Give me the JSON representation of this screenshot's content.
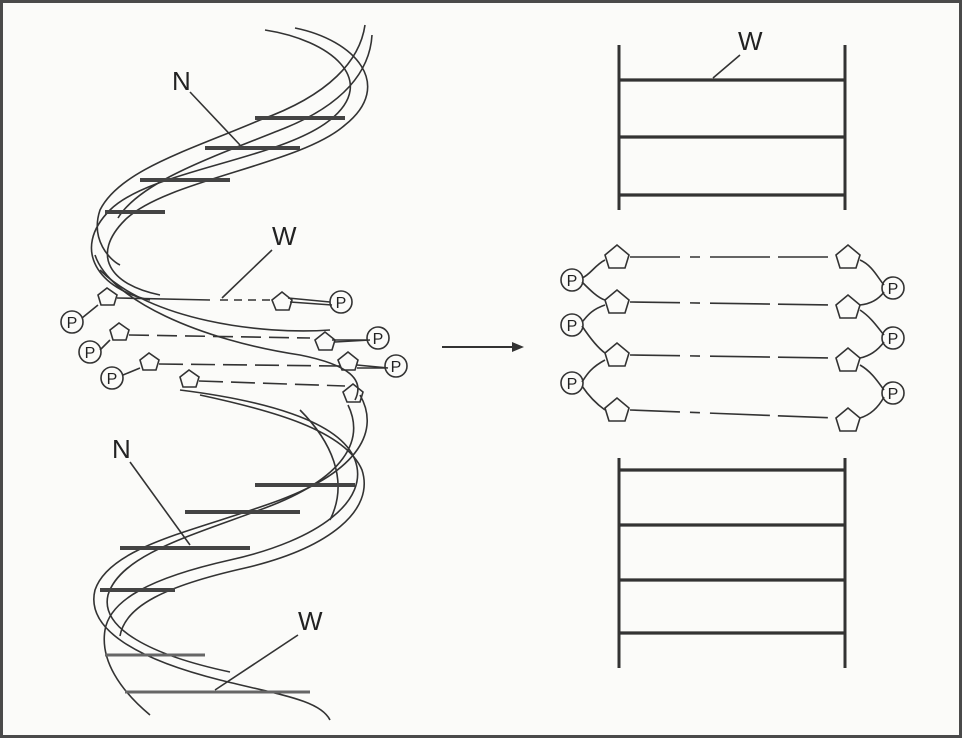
{
  "labels": {
    "n_top": "N",
    "w_top": "W",
    "n_bottom": "N",
    "w_bottom": "W",
    "w_right": "W",
    "phosphate": "P"
  },
  "colors": {
    "line": "#333333",
    "background": "#fbfbf9",
    "frame": "#4a4a4a"
  },
  "icons": {
    "arrow": "right-arrow-icon",
    "sugar": "pentagon-sugar-icon",
    "phosphate": "phosphate-circle-icon"
  }
}
